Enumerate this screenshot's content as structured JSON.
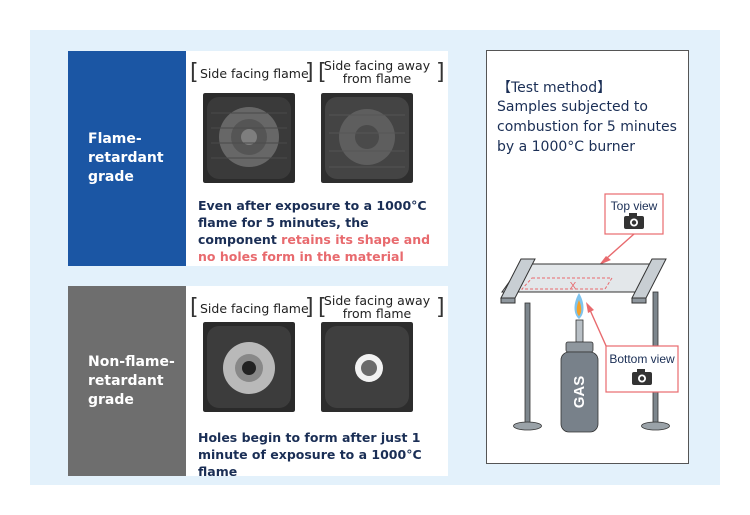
{
  "flame_retardant": {
    "label": "Flame-retardant grade",
    "head_left": "Side facing flame",
    "head_right": "Side facing away from flame",
    "note_plain": "Even after exposure to a 1000°C flame for 5 minutes, the component",
    "note_highlight": "retains its shape and no holes form in the material"
  },
  "non_flame_retardant": {
    "label": "Non-flame-retardant grade",
    "head_left": "Side facing flame",
    "head_right": "Side facing away from flame",
    "note": "Holes begin to form after just 1 minute of exposure to a 1000°C flame"
  },
  "test_method": {
    "title": "【Test method】",
    "description": "Samples subjected to combustion for 5 minutes by a 1000°C burner",
    "top_view": "Top view",
    "bottom_view": "Bottom view",
    "x_mark": "X",
    "gas_label": "GAS"
  },
  "colors": {
    "background": "#e3f1fb",
    "flame_label_bg": "#1b56a4",
    "non_flame_label_bg": "#6e6e6e",
    "highlight": "#e86a6e",
    "view_box_border": "#e86a6e",
    "text_dark": "#1a2e55"
  }
}
